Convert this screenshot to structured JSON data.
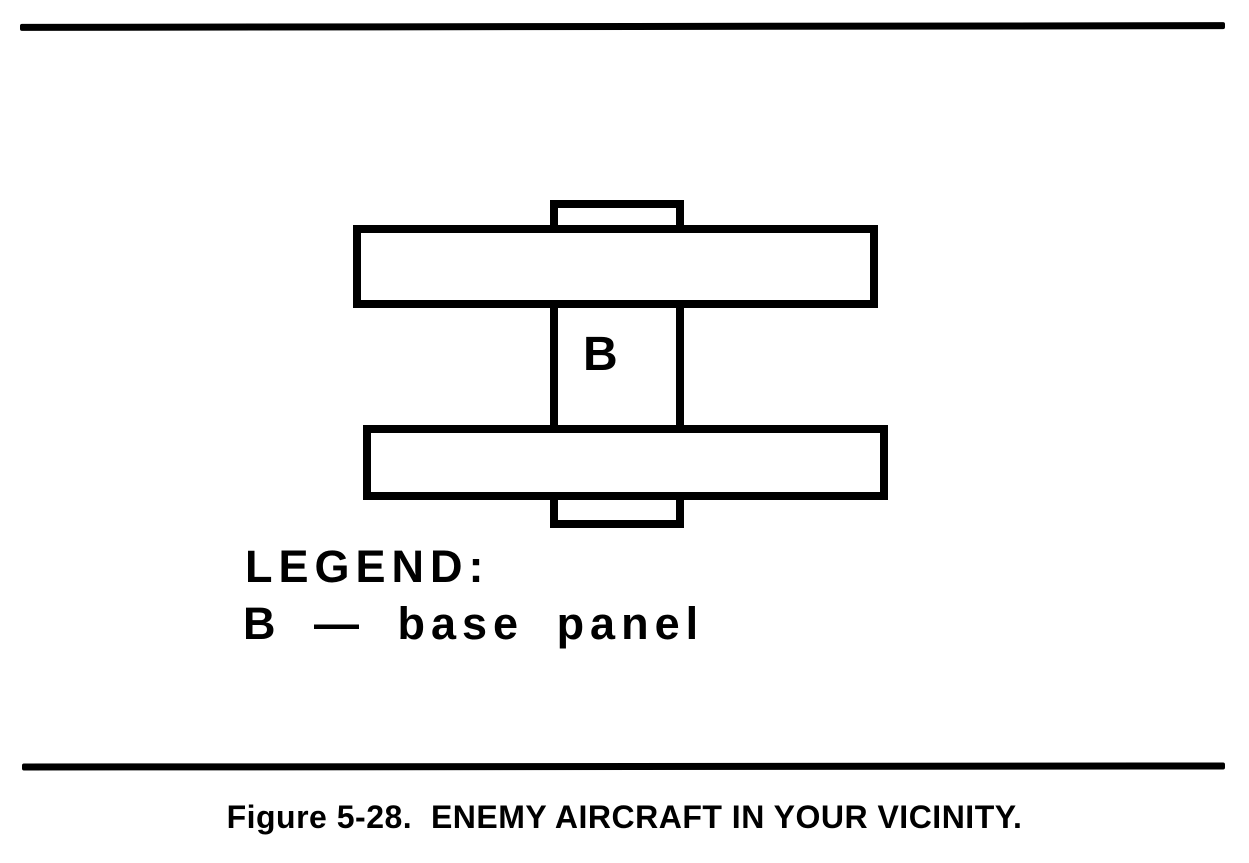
{
  "colors": {
    "ink": "#000000",
    "paper": "#ffffff"
  },
  "diagram": {
    "base_panel_label": "B"
  },
  "legend": {
    "heading": "LEGEND:",
    "entry_line": "B — base panel",
    "entry": {
      "symbol": "B",
      "separator": "—",
      "description": "base panel"
    }
  },
  "caption": {
    "text": "Figure 5-28.  ENEMY AIRCRAFT IN YOUR VICINITY.",
    "figure_number": "Figure 5-28.",
    "figure_title": "ENEMY AIRCRAFT IN YOUR VICINITY."
  }
}
